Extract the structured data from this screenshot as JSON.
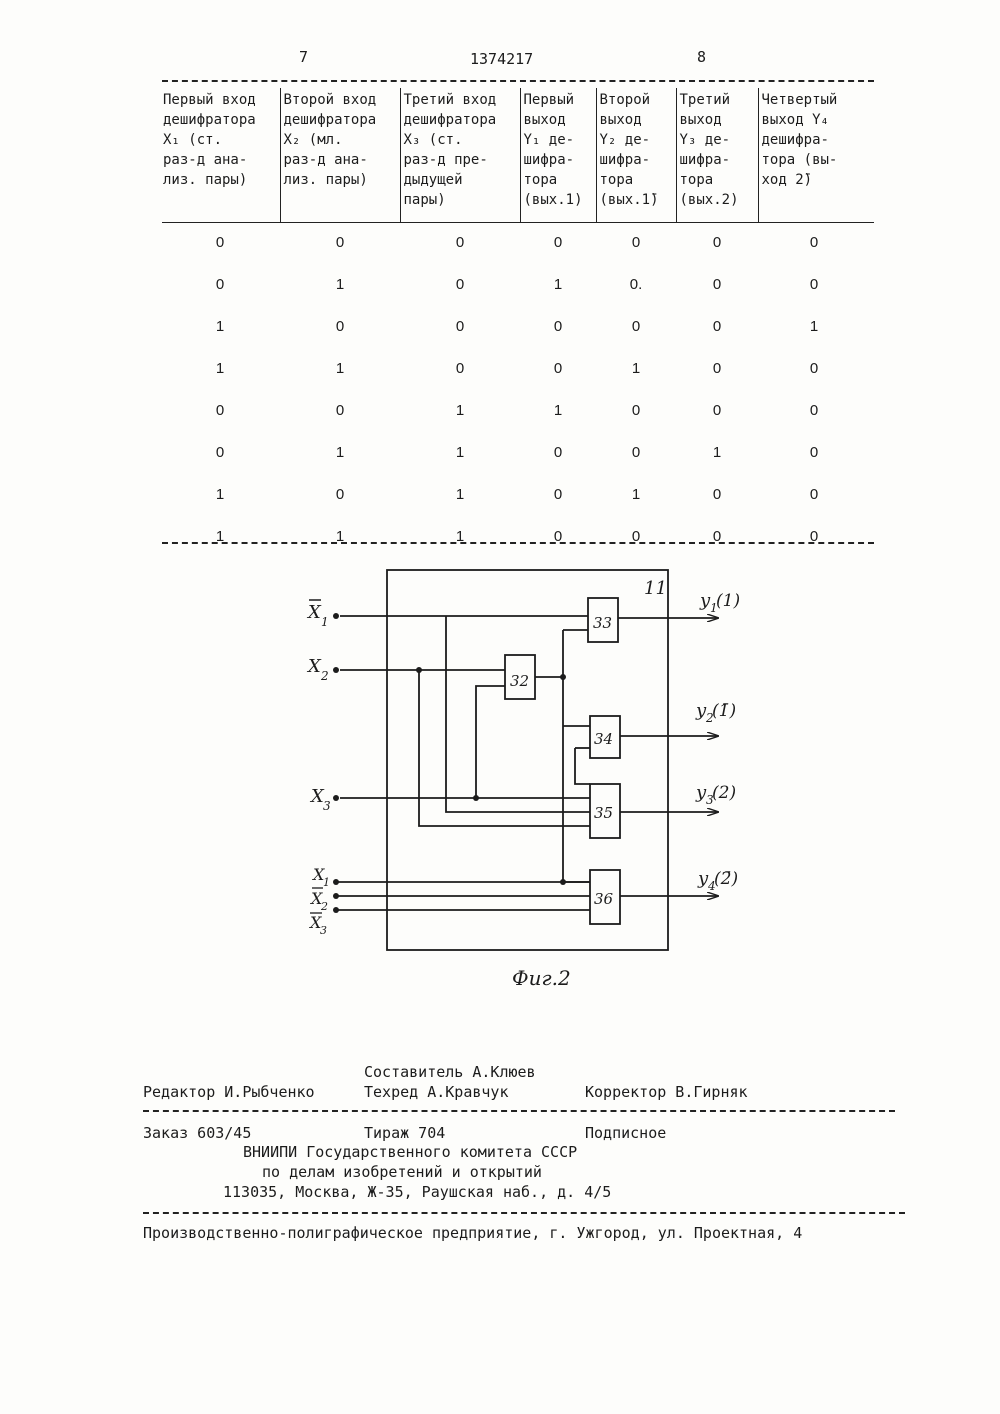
{
  "page": {
    "left_num": "7",
    "patent_no": "1374217",
    "right_num": "8"
  },
  "table": {
    "headers": [
      [
        "Первый вход",
        "дешифратора",
        "Х₁ (ст.",
        "раз-д ана-",
        "лиз. пары)"
      ],
      [
        "Второй вход",
        "дешифратора",
        "Х₂ (мл.",
        "раз-д ана-",
        "лиз. пары)"
      ],
      [
        "Третий вход",
        "дешифратора",
        "Х₃ (ст.",
        "раз-д пре-",
        "дыдущей",
        "пары)"
      ],
      [
        "Первый",
        "выход",
        "Y₁ де-",
        "шифра-",
        "тора",
        "(вых.1)"
      ],
      [
        "Второй",
        "выход",
        "Y₂ де-",
        "шифра-",
        "тора",
        "(вых.1̄)"
      ],
      [
        "Третий",
        "выход",
        "Y₃ де-",
        "шифра-",
        "тора",
        "(вых.2)"
      ],
      [
        "Четвертый",
        "выход Y₄",
        "дешифра-",
        "тора (вы-",
        "ход 2̄)"
      ]
    ],
    "rows": [
      [
        "0",
        "0",
        "0",
        "0",
        "0",
        "0",
        "0"
      ],
      [
        "0",
        "1",
        "0",
        "1",
        "0.",
        "0",
        "0"
      ],
      [
        "1",
        "0",
        "0",
        "0",
        "0",
        "0",
        "1"
      ],
      [
        "1",
        "1",
        "0",
        "0",
        "1",
        "0",
        "0"
      ],
      [
        "0",
        "0",
        "1",
        "1",
        "0",
        "0",
        "0"
      ],
      [
        "0",
        "1",
        "1",
        "0",
        "0",
        "1",
        "0"
      ],
      [
        "1",
        "0",
        "1",
        "0",
        "1",
        "0",
        "0"
      ],
      [
        "1",
        "1",
        "1",
        "0",
        "0",
        "0",
        "0"
      ]
    ]
  },
  "diagram": {
    "block_label": "11",
    "gates": [
      "33",
      "32",
      "34",
      "35",
      "36"
    ],
    "inputs": {
      "x1_bar": "X",
      "x1_bar_sub": "1",
      "x2": "X",
      "x2_sub": "2",
      "x3": "X",
      "x3_sub": "3",
      "b1": "X",
      "b1_sub": "1",
      "b2": "X",
      "b2_sub": "2",
      "b3": "X",
      "b3_sub": "3"
    },
    "outputs": [
      {
        "main": "y",
        "sub": "1",
        "paren": "(1)"
      },
      {
        "main": "y",
        "sub": "2",
        "paren": "(1̄)"
      },
      {
        "main": "y",
        "sub": "3",
        "paren": "(2)"
      },
      {
        "main": "y",
        "sub": "4",
        "paren": "(2̄)"
      }
    ],
    "caption": "Фиг.2"
  },
  "footer": {
    "compiler": "Составитель А.Клюев",
    "editor": "Редактор И.Рыбченко",
    "techred": "Техред А.Кравчук",
    "corrector": "Корректор В.Гирняк",
    "order": "Заказ 603/45",
    "circulation": "Тираж 704",
    "subscription": "Подписное",
    "org1": "ВНИИПИ Государственного комитета СССР",
    "org2": "по делам изобретений и открытий",
    "address": "113035, Москва, Ж-35, Раушская наб., д. 4/5",
    "printer": "Производственно-полиграфическое предприятие, г. Ужгород, ул. Проектная, 4"
  }
}
